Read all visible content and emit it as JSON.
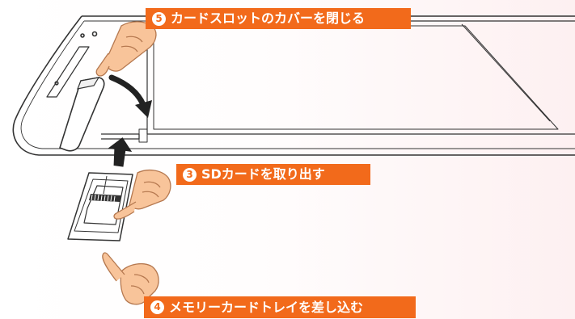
{
  "steps": [
    {
      "number": "5",
      "text": "カードスロットのカバーを閉じる"
    },
    {
      "number": "3",
      "text": "SDカードを取り出す"
    },
    {
      "number": "4",
      "text": "メモリーカードトレイを差し込む"
    }
  ],
  "colors": {
    "accent": "#f26a1b",
    "hand": "#f8c49a",
    "arrow": "#222222"
  }
}
